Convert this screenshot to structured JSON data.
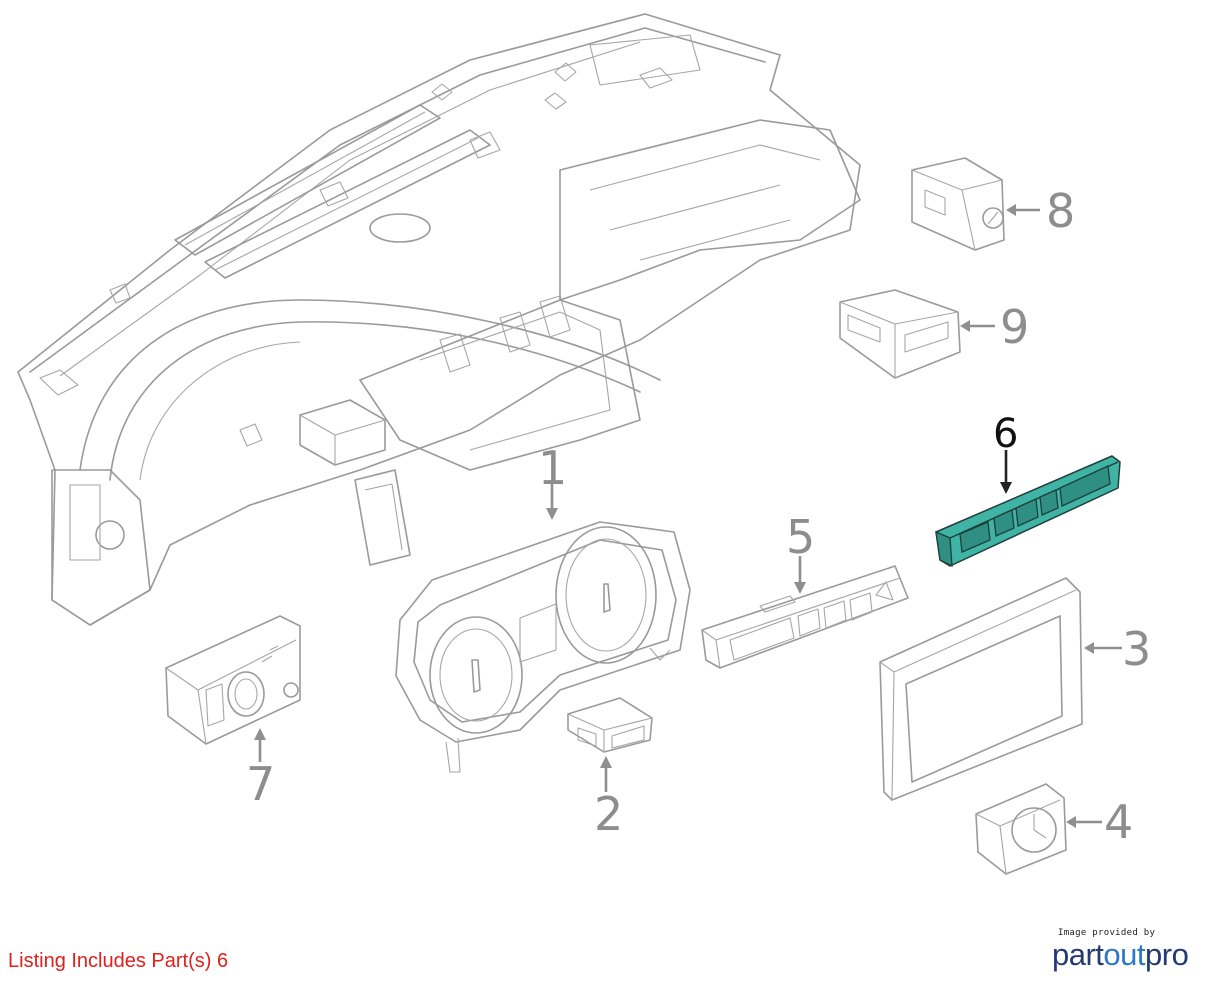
{
  "diagram": {
    "callouts": {
      "c1": "1",
      "c2": "2",
      "c3": "3",
      "c4": "4",
      "c5": "5",
      "c6": "6",
      "c7": "7",
      "c8": "8",
      "c9": "9"
    },
    "highlighted_part": "6",
    "colors": {
      "line": "#9a9a9a",
      "highlight": "#3fb3a4",
      "note": "#e0201b",
      "logo_dark": "#233a73",
      "logo_light": "#2f78c5"
    }
  },
  "footer": {
    "note": "Listing Includes Part(s) 6"
  },
  "credit": {
    "provided_by": "Image provided by",
    "logo_part1": "part",
    "logo_part2": "out",
    "logo_part3": "pro"
  }
}
